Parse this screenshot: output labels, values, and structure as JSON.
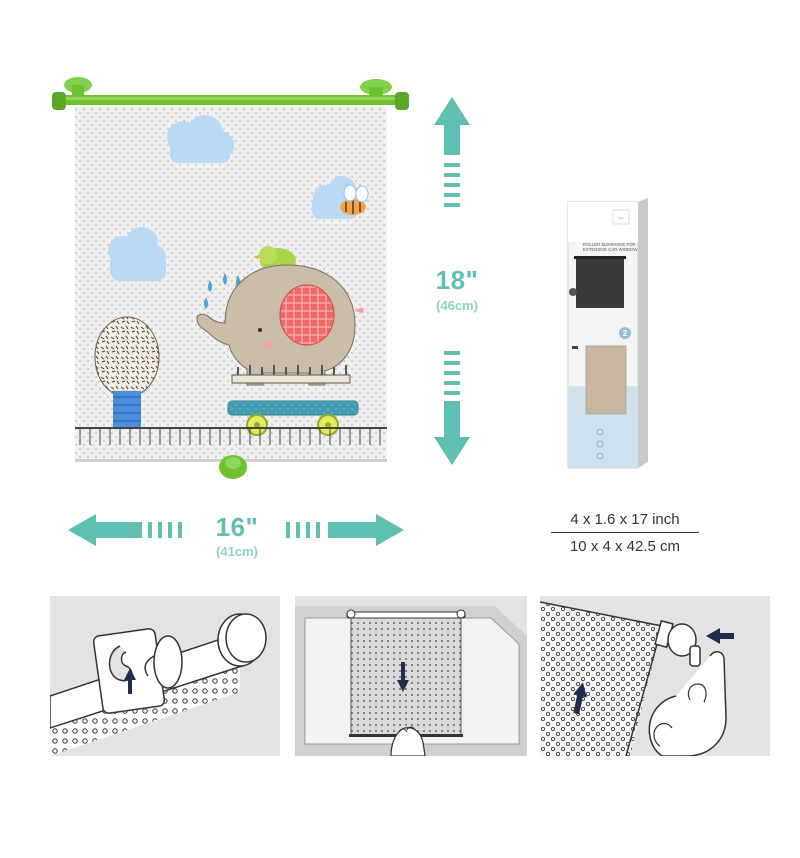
{
  "dimensions": {
    "height_imperial": "18\"",
    "height_metric": "(46cm)",
    "width_imperial": "16\"",
    "width_metric": "(41cm)"
  },
  "package": {
    "title_line_1": "ROLLER SUNSHADE FOR",
    "title_line_2": "EXTENSIVE CAR WINDOW",
    "badge": "2",
    "dims_imperial": "4 x 1.6 x 17 inch",
    "dims_metric": "10 x 4 x 42.5 cm"
  },
  "colors": {
    "accent": "#5fbfb1",
    "roller_green": "#6ec232",
    "arrow_navy": "#1f2d4d"
  },
  "instructions": [
    {
      "icon": "suction-cup-mount-icon"
    },
    {
      "icon": "pull-down-shade-icon"
    },
    {
      "icon": "press-release-button-icon"
    }
  ]
}
